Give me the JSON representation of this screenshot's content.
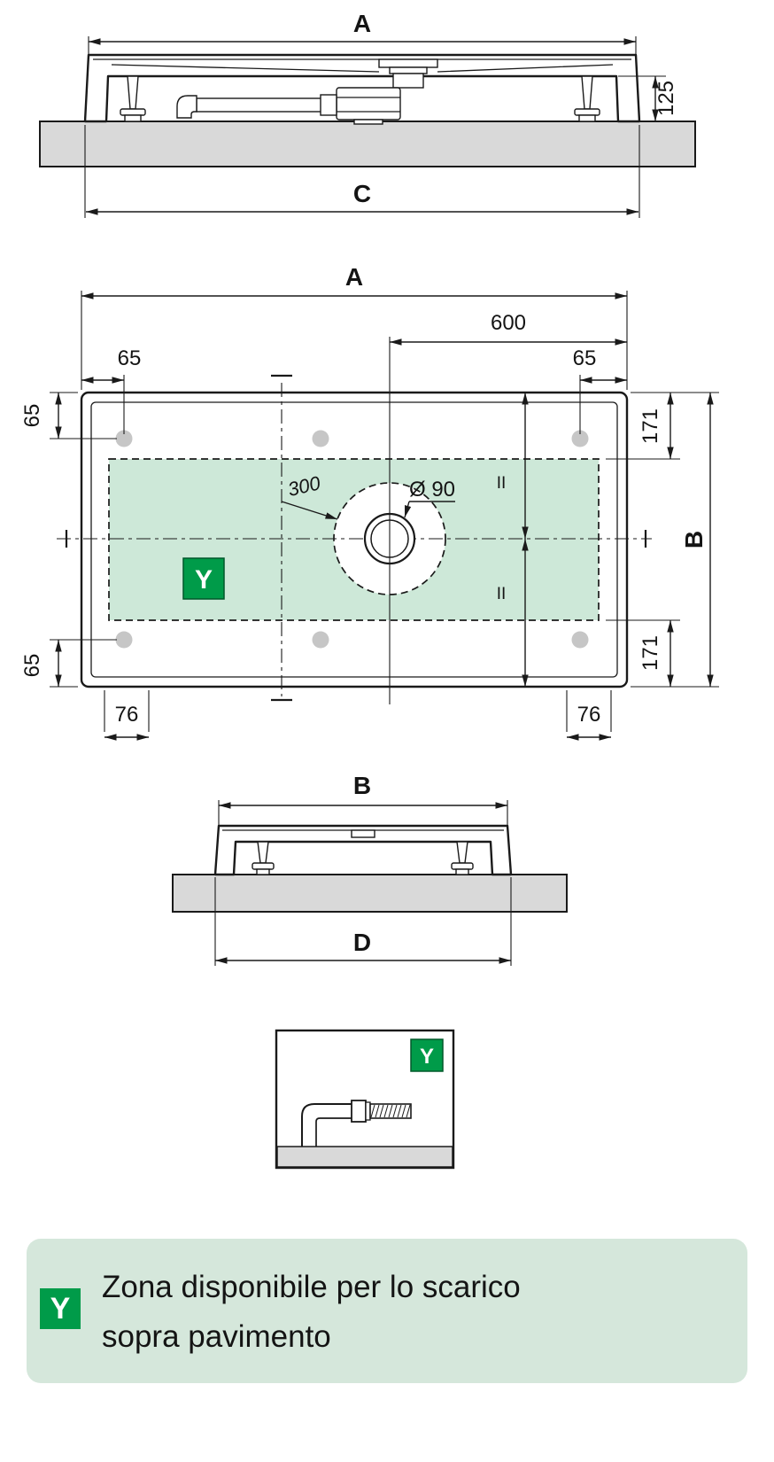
{
  "colors": {
    "accent_green": "#009b49",
    "zone_green": "#cde8d8",
    "legend_background": "#d5e7db",
    "floor_gray": "#d9d9d9",
    "line": "#1a1a1a"
  },
  "side_view": {
    "dim_top_width": "A",
    "dim_height": "125",
    "dim_bottom_width": "C"
  },
  "plan_view": {
    "dim_overall_width": "A",
    "dim_drain_offset": "600",
    "dim_top_left_inset": "65",
    "dim_top_right_inset": "65",
    "dim_side_top_inset": "65",
    "dim_side_bottom_inset": "65",
    "dim_right_top_inset": "171",
    "dim_right_bottom_inset": "171",
    "dim_overall_height": "B",
    "dim_bottom_left_inset": "76",
    "dim_bottom_right_inset": "76",
    "dim_zone_radius": "300",
    "dim_drain_diameter": "Ø 90",
    "equal_mark_top": "II",
    "equal_mark_bottom": "II",
    "zone_badge": "Y"
  },
  "end_view": {
    "dim_top_width": "B",
    "dim_bottom_width": "D"
  },
  "detail_view": {
    "zone_badge": "Y"
  },
  "legend": {
    "badge": "Y",
    "text_line1": "Zona disponibile per lo scarico",
    "text_line2": "sopra pavimento"
  }
}
